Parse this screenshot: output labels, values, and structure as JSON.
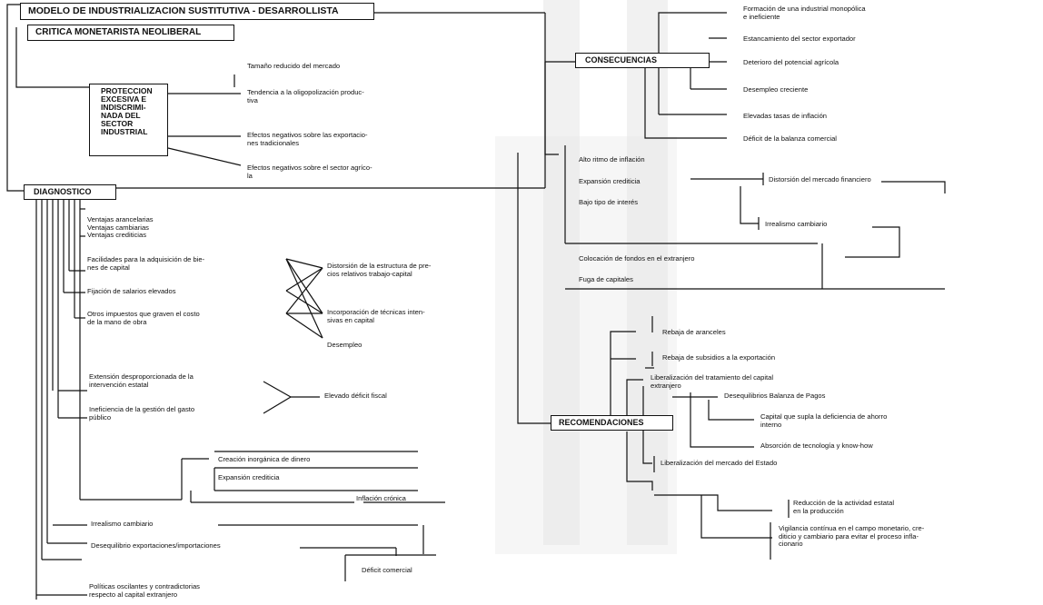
{
  "title_box": "MODELO DE INDUSTRIALIZACION SUSTITUTIVA - DESARROLLISTA",
  "subtitle_box": "CRITICA MONETARISTA NEOLIBERAL",
  "proteccion": {
    "box": "PROTECCION\nEXCESIVA E\nINDISCRIMI-\nNADA DEL\nSECTOR\nINDUSTRIAL",
    "top_note": "Tamaño reducido del mercado",
    "effects": [
      "Tendencia a la oligopolización produc-\ntiva",
      "Efectos negativos sobre las exportacio-\nnes tradicionales",
      "Efectos negativos sobre el sector agríco-\nla"
    ]
  },
  "consecuencias": {
    "box": "CONSECUENCIAS",
    "items": [
      "Formación de una industrial monopólica\ne ineficiente",
      "Estancamiento del sector exportador",
      "Deterioro del potencial agrícola",
      "Desempleo creciente",
      "Elevadas tasas de inflación",
      "Déficit de la balanza comercial"
    ]
  },
  "financiero": {
    "causes": [
      "Alto ritmo de inflación",
      "Expansión crediticia",
      "Bajo tipo de interés"
    ],
    "distorsion": "Distorsión del mercado financiero",
    "irrealismo": "Irrealismo cambiario",
    "outflows": [
      "Colocación de fondos en el extranjero",
      "Fuga de capitales"
    ]
  },
  "diagnostico": {
    "box": "DIAGNOSTICO",
    "ventajas": "Ventajas arancelarias\nVentajas cambiarias\nVentajas crediticias",
    "facilidades": "Facilidades para la adquisición de bie-\nnes de capital",
    "fijacion": "Fijación de salarios elevados",
    "otros": "Otros impuestos que graven el costo\nde la mano de obra",
    "distorsion_precios": "Distorsión de la estructura de pre-\ncios relativos trabajo-capital",
    "incorporacion": "Incorporación de técnicas inten-\nsivas en capital",
    "desempleo": "Desempleo",
    "extension": "Extensión desproporcionada de la\nintervención estatal",
    "ineficiencia": "Ineficiencia de la gestión del gasto\npúblico",
    "deficit_fiscal": "Elevado déficit fiscal",
    "creacion": "Creación inorgánica de dinero",
    "expansion": "Expansión crediticia",
    "inflacion_cronica": "Inflación crónica",
    "irrealismo": "Irrealismo cambiario",
    "desequilibrio": "Desequilibrio exportaciones/importaciones",
    "deficit_comercial": "Déficit comercial",
    "politicas": "Políticas oscilantes y contradictorias\nrespecto al capital extranjero"
  },
  "recomendaciones": {
    "box": "RECOMENDACIONES",
    "items": [
      "Rebaja de aranceles",
      "Rebaja de subsidios a la exportación",
      "Liberalización del tratamiento del capital\nextranjero",
      "Liberalización del mercado del Estado",
      "Reducción de la actividad estatal\nen la producción",
      "Vigilancia contínua en el campo monetario, cre-\nditicio y cambiario para evitar el proceso infla-\ncionario"
    ],
    "subitems": [
      "Desequilibrios Balanza de Pagos",
      "Capital que supla la deficiencia de ahorro\ninterno",
      "Absorción de tecnología y know-how"
    ]
  }
}
